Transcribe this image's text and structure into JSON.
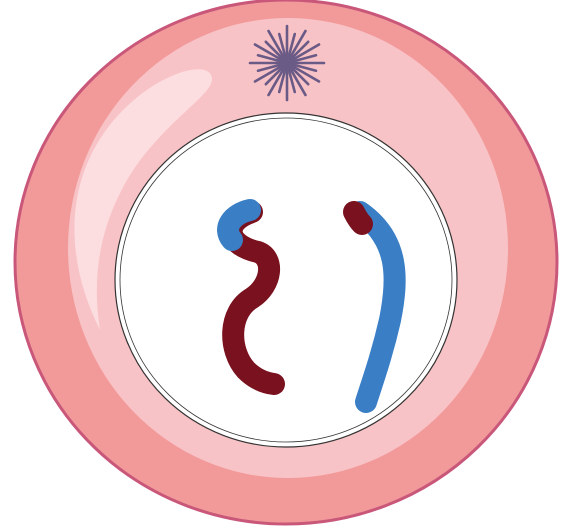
{
  "diagram": {
    "subject": "cell",
    "parts": [
      {
        "id": "cell-membrane",
        "icon": "cell-membrane-shape"
      },
      {
        "id": "cytoplasm",
        "icon": "cytoplasm-shape"
      },
      {
        "id": "centrosome",
        "icon": "centrosome-star-icon"
      },
      {
        "id": "nucleus",
        "icon": "nucleus-shape"
      },
      {
        "id": "chromosome-left",
        "icon": "chromosome-shape"
      },
      {
        "id": "chromosome-right",
        "icon": "chromosome-shape"
      }
    ]
  },
  "colors": {
    "membrane_stroke": "#c9577a",
    "cell_outer": "#f29a9a",
    "cell_inner": "#f8c3c6",
    "highlight": "#fde2e4",
    "centrosome": "#6a5a86",
    "nucleus_fill": "#ffffff",
    "nucleus_stroke": "#333333",
    "chromatid_red": "#7a111e",
    "chromatid_blue": "#3a7fc6"
  }
}
